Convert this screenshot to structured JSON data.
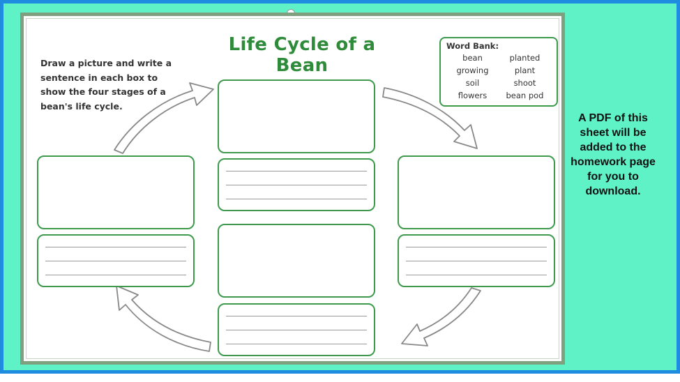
{
  "worksheet": {
    "title": "Life Cycle of a Bean",
    "instructions": "Draw a picture and write a sentence in each box to show the four stages of a bean's life cycle.",
    "word_bank": {
      "title": "Word Bank:",
      "words": [
        "bean",
        "planted",
        "growing",
        "plant",
        "soil",
        "shoot",
        "flowers",
        "bean pod"
      ]
    }
  },
  "side_note": "A PDF of this sheet will be added to the homework page for you to download.",
  "colors": {
    "outer_background": "#5ff2c6",
    "outer_border": "#1f8ce0",
    "accent_green": "#2e8b3a"
  }
}
